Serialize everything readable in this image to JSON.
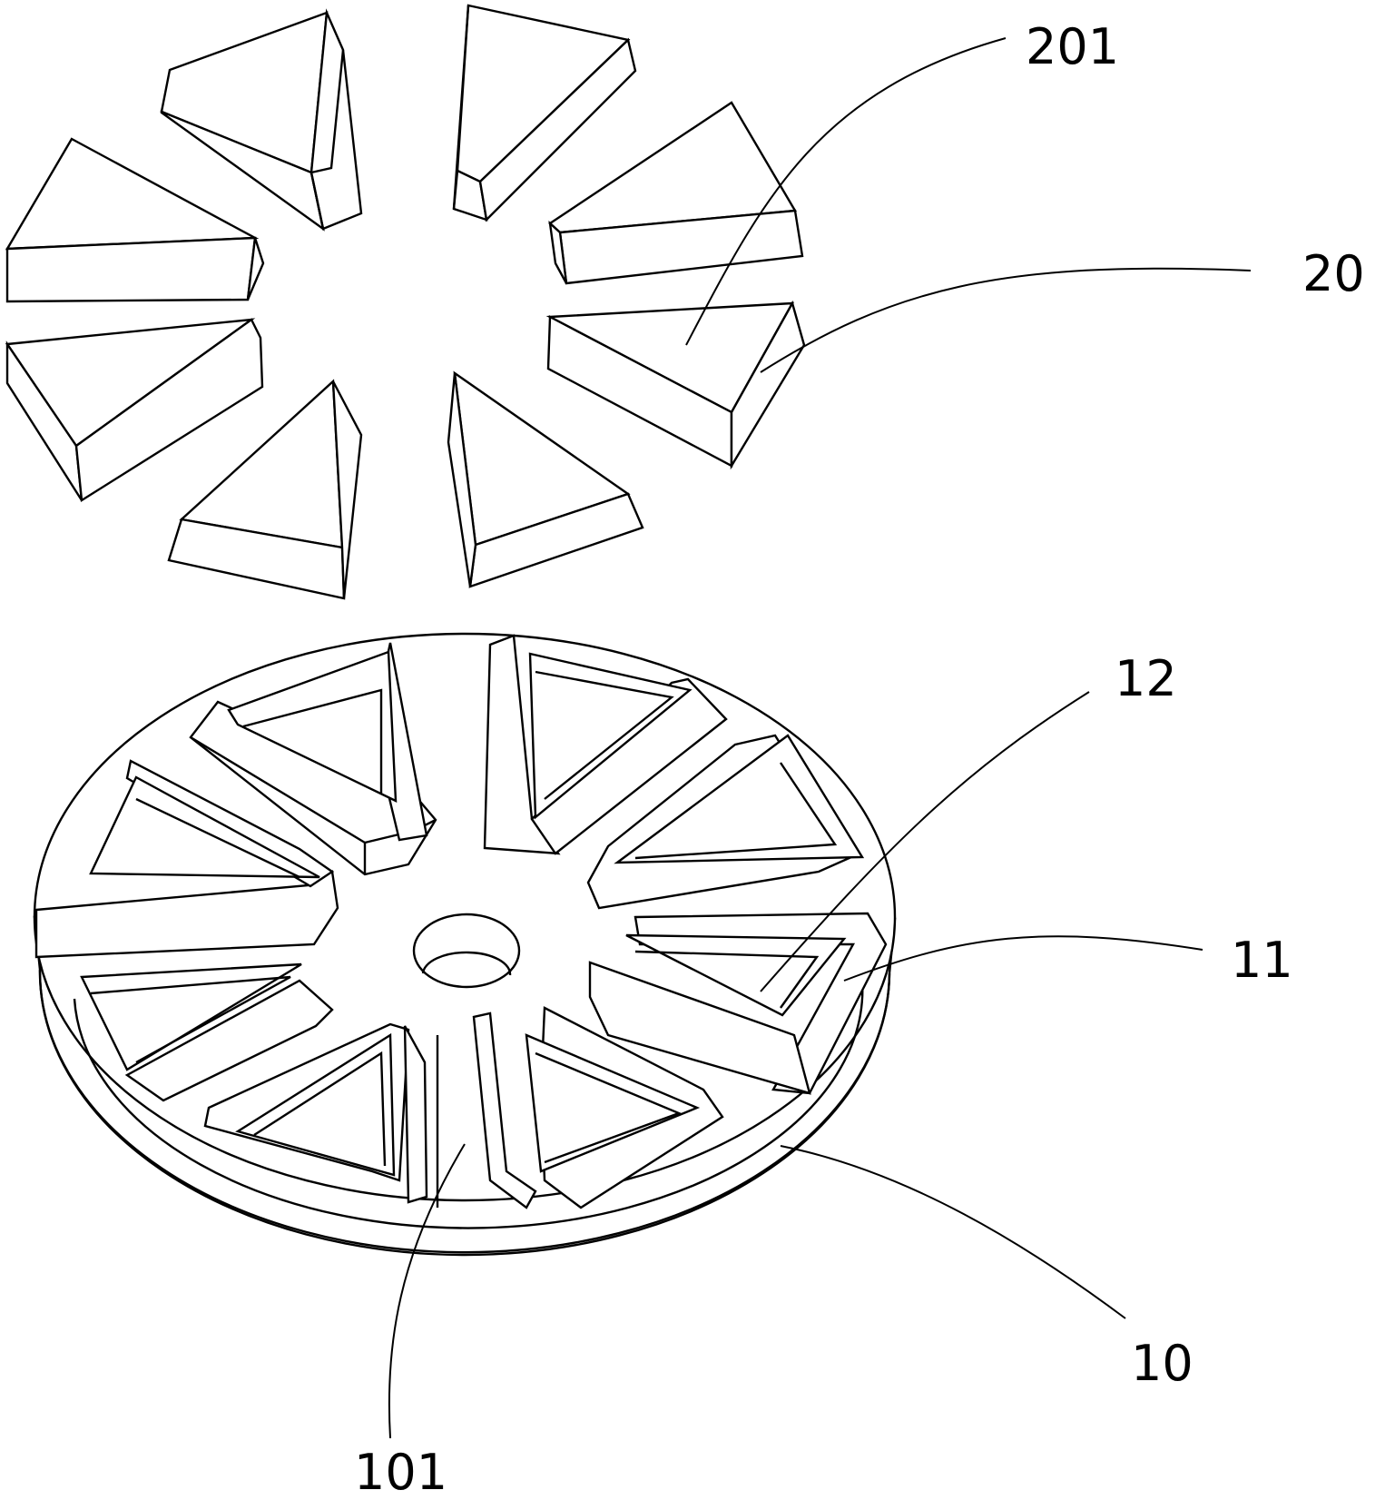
{
  "figure": {
    "labels": {
      "l201": "201",
      "l20": "20",
      "l12": "12",
      "l11": "11",
      "l10": "10",
      "l101": "101"
    }
  }
}
